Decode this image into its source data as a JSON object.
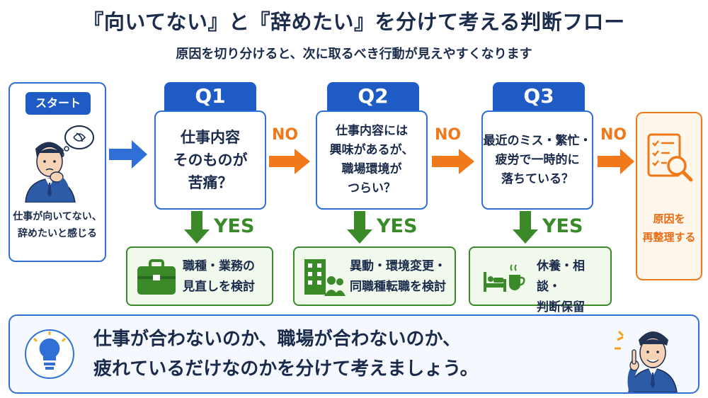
{
  "header": {
    "title": "『向いてない』と『辞めたい』を分けて考える判断フロー",
    "subtitle": "原因を切り分けると、次に取るべき行動が見えやすくなります"
  },
  "start": {
    "badge": "スタート",
    "text": "仕事が向いてない、\n辞めたいと感じる"
  },
  "questions": [
    {
      "id": "Q1",
      "text": "仕事内容\nそのものが\n苦痛？"
    },
    {
      "id": "Q2",
      "text": "仕事内容には\n興味があるが、\n職場環境が\nつらい？"
    },
    {
      "id": "Q3",
      "text": "最近のミス・繁忙・\n疲労で一時的に\n落ちている？"
    }
  ],
  "labels": {
    "no": "NO",
    "yes": "YES"
  },
  "results": [
    {
      "icon": "briefcase-icon",
      "text": "職種・業務の\n見直しを検討"
    },
    {
      "icon": "office-people-icon",
      "text": "異動・環境変更・\n同職種転職を検討"
    },
    {
      "icon": "rest-coffee-icon",
      "text": "休養・相談・\n判断保留"
    }
  ],
  "final": {
    "icon": "checklist-search-icon",
    "text": "原因を\n再整理する"
  },
  "bottom": {
    "line1": "仕事が合わないのか、職場が合わないのか、",
    "line2": "疲れているだけなのかを分けて考えましょう。"
  },
  "colors": {
    "primary_blue": "#1f5bc4",
    "yes_green": "#3a8a2a",
    "no_orange": "#f07a1a"
  }
}
